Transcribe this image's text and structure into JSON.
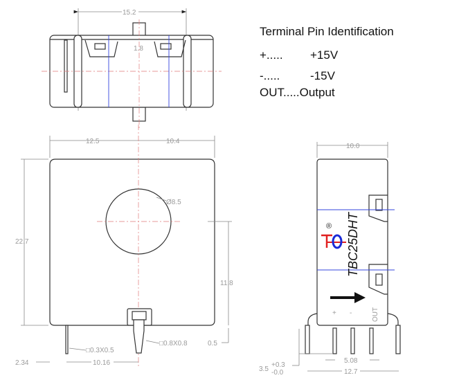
{
  "legend": {
    "title": "Terminal Pin Identification",
    "pins": [
      {
        "key": "+.....",
        "value": "+15V"
      },
      {
        "key": "-.....",
        "value": "-15V"
      },
      {
        "key": "OUT.....",
        "value": "Output"
      }
    ]
  },
  "top_view": {
    "width_dim": "15.2",
    "gap_dim": "1.8"
  },
  "front_view": {
    "left_dim": "12.5",
    "right_dim": "10.4",
    "height_dim": "22.7",
    "hole_dim": "Ø8.5",
    "center_height_dim": "11.8",
    "standoff_dim": "0.5",
    "pin_small": "□0.3X0.5",
    "pin_large": "□0.8X0.8",
    "offset_dim": "2.34",
    "pitch_dim": "10.16"
  },
  "side_view": {
    "width_dim": "10.0",
    "model": "TBC25DHT",
    "registered": "®",
    "pin_plus": "+",
    "pin_minus": "-",
    "pin_out": "OUT",
    "pitch_dim": "5.08",
    "span_dim": "12.7",
    "pin_len": "3.5",
    "tol_plus": "+0.3",
    "tol_minus": "-0.0"
  },
  "colors": {
    "outline": "#333333",
    "dimension": "#9a9a9a",
    "centerline": "#e07a7a",
    "blue_line": "#3344dd",
    "logo_red": "#e02020",
    "logo_blue": "#1a2ad8"
  }
}
